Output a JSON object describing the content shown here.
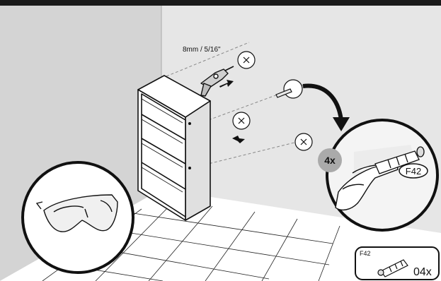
{
  "illustration": {
    "drill_bit_label": "8mm / 5/16\"",
    "quantity_badge": "4x",
    "part_callout_code": "F42",
    "inventory_box": {
      "part_code": "F42",
      "quantity": "04x"
    }
  },
  "icons": [
    "drill-icon",
    "safety-goggles-icon",
    "wall-anchor-icon",
    "hand-icon",
    "bookcase-icon"
  ]
}
